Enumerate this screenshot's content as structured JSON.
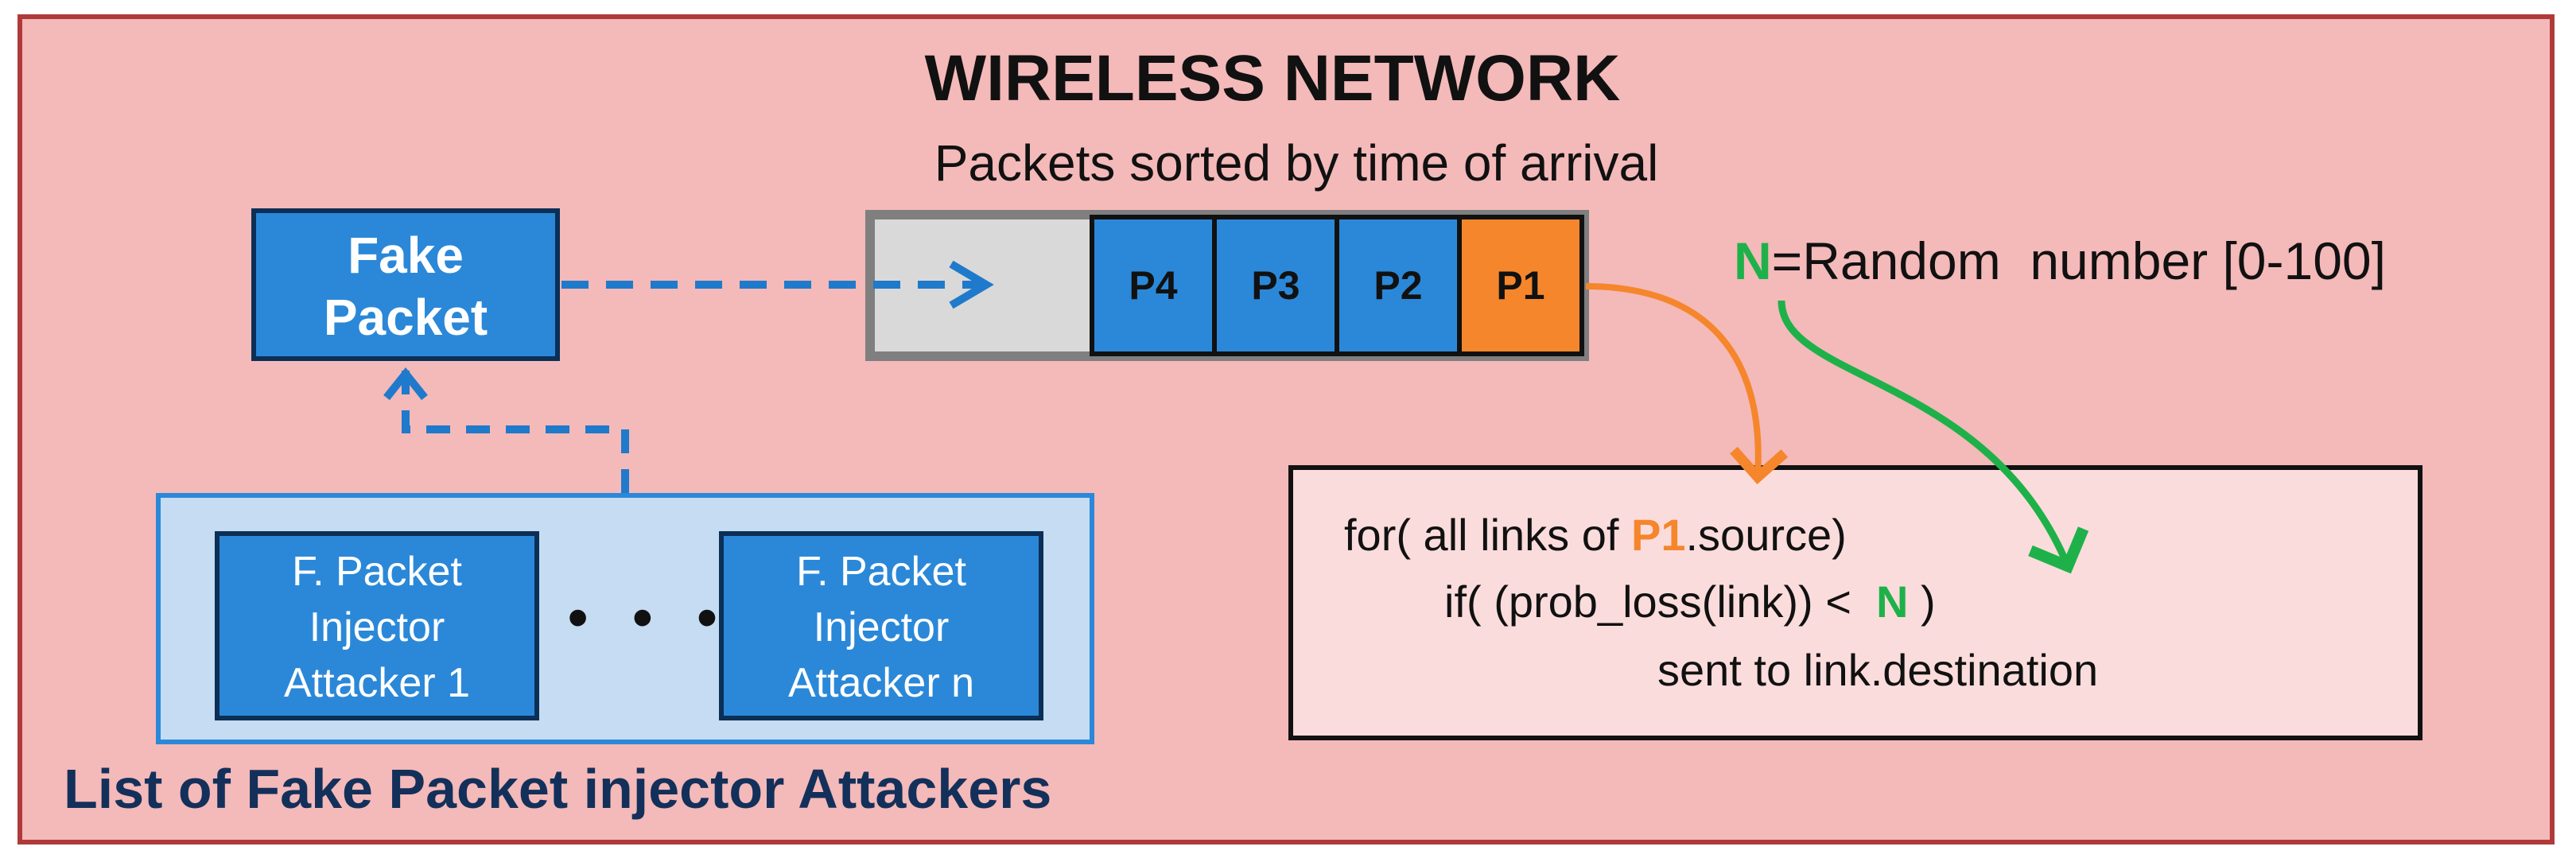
{
  "title": "WIRELESS NETWORK",
  "subtitle": "Packets sorted by time of arrival",
  "fake_packet": {
    "line1": "Fake",
    "line2": "Packet"
  },
  "queue": {
    "packets": [
      "P4",
      "P3",
      "P2",
      "P1"
    ]
  },
  "random_formula": {
    "var": "N",
    "text": "=Random  number [0-100]"
  },
  "code": {
    "line1_pre": "for( all links of ",
    "line1_var": "P1",
    "line1_post": ".source)",
    "line2_pre": "if( (prob_loss(link)) <  ",
    "line2_var": "N",
    "line2_post": " )",
    "line3": "sent to link.destination"
  },
  "attackers": [
    {
      "l1": "F. Packet",
      "l2": "Injector",
      "l3": "Attacker 1"
    },
    {
      "l1": "F. Packet",
      "l2": "Injector",
      "l3": "Attacker n"
    }
  ],
  "ellipsis": "• • •",
  "list_label": "List of Fake Packet injector Attackers",
  "colors": {
    "background": "#f4b9b9",
    "frame": "#b03a3a",
    "packet_blue": "#2b88d8",
    "packet_orange": "#f5862b",
    "highlight_green": "#1eb14a",
    "label_navy": "#13305a"
  }
}
